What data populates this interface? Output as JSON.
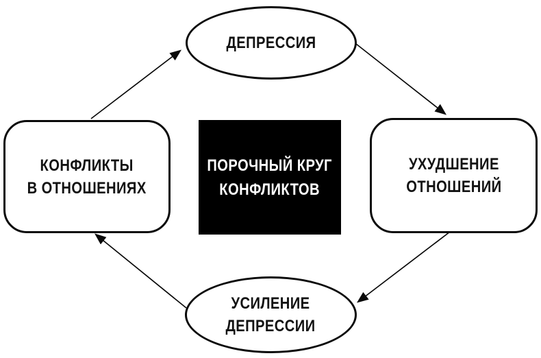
{
  "diagram": {
    "center_box": {
      "line1": "ПОРОЧНЫЙ КРУГ",
      "line2": "КОНФЛИКТОВ"
    },
    "nodes": {
      "top": {
        "shape": "ellipse",
        "label": "ДЕПРЕССИЯ"
      },
      "right": {
        "shape": "rounded-rect",
        "line1": "УХУДШЕНИЕ",
        "line2": "ОТНОШЕНИЙ"
      },
      "bottom": {
        "shape": "ellipse",
        "line1": "УСИЛЕНИЕ",
        "line2": "ДЕПРЕССИИ"
      },
      "left": {
        "shape": "rounded-rect",
        "line1": "КОНФЛИКТЫ",
        "line2": "В ОТНОШЕНИЯХ"
      }
    },
    "edges": [
      {
        "from": "left",
        "to": "top"
      },
      {
        "from": "top",
        "to": "right"
      },
      {
        "from": "right",
        "to": "bottom"
      },
      {
        "from": "bottom",
        "to": "left"
      }
    ],
    "colors": {
      "background": "#ffffff",
      "stroke": "#0a0a0a",
      "node_fill": "#ffffff",
      "text": "#121212",
      "center_bg": "#000000",
      "center_text": "#ffffff"
    }
  }
}
